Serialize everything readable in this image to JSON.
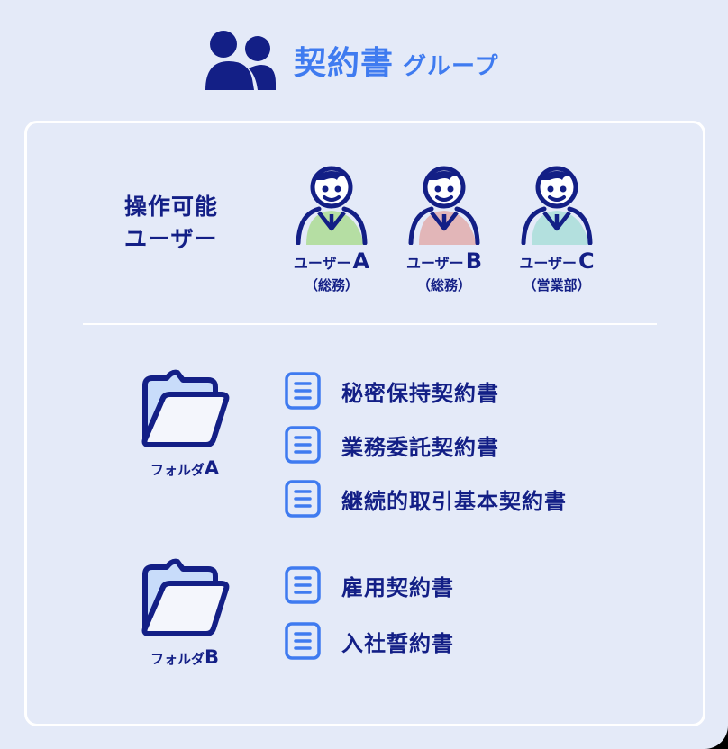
{
  "header": {
    "icon": "users-group-icon",
    "title_main": "契約書",
    "title_sub": "グループ",
    "accent_color": "#3f7bf0"
  },
  "users_section": {
    "label_line1": "操作可能",
    "label_line2": "ユーザー",
    "users": [
      {
        "name": "ユーザー",
        "letter": "A",
        "dept": "（総務）",
        "shirt_color": "#b5dea3"
      },
      {
        "name": "ユーザー",
        "letter": "B",
        "dept": "（総務）",
        "shirt_color": "#e2b6b8"
      },
      {
        "name": "ユーザー",
        "letter": "C",
        "dept": "（営業部）",
        "shirt_color": "#b3e0de"
      }
    ]
  },
  "folders": [
    {
      "name": "フォルダ",
      "letter": "A",
      "documents": [
        "秘密保持契約書",
        "業務委託契約書",
        "継続的取引基本契約書"
      ]
    },
    {
      "name": "フォルダ",
      "letter": "B",
      "documents": [
        "雇用契約書",
        "入社誓約書"
      ]
    }
  ],
  "colors": {
    "background": "#e4eaf8",
    "navy": "#131f86",
    "blue": "#3f7bf0",
    "folder_back": "#c8dcfa",
    "folder_front": "#f4f6fc"
  }
}
